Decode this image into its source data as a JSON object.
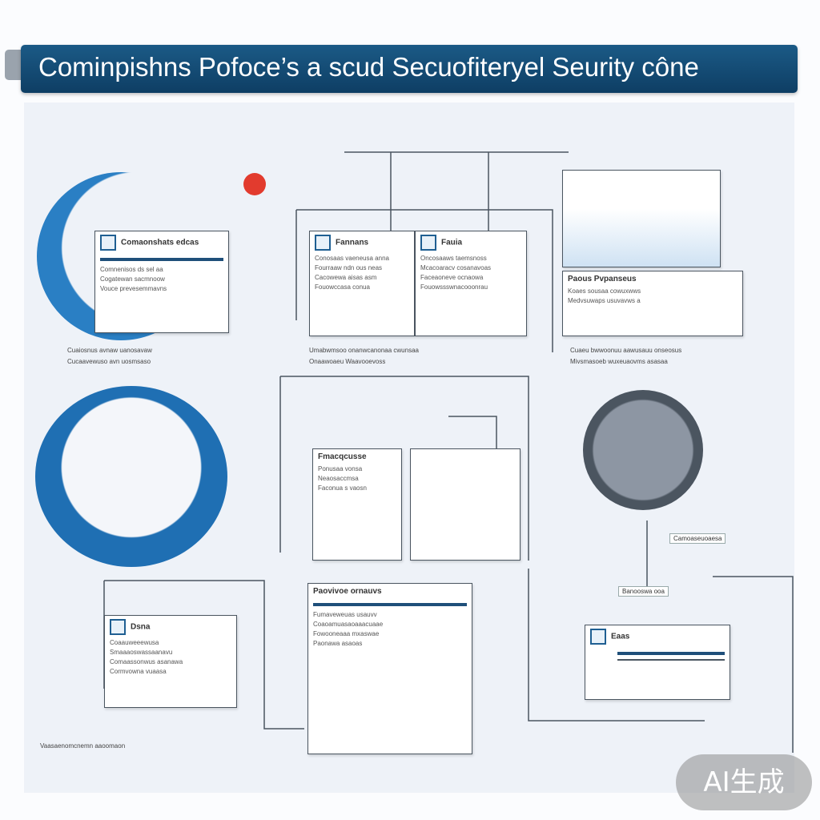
{
  "header": {
    "title": "Cominpishns Pofoce’s a scud Secuofiteryel Seurity cône"
  },
  "cards": {
    "top_left": {
      "head": "Comaonshats edcas",
      "lines": [
        "Comnenisos ds sel aa",
        "Cogatewan sacmnoow",
        "Vouce prevesemmavns"
      ]
    },
    "top_mid1": {
      "head": "Fannans",
      "lines": [
        "Conosaas vaeneusa anna",
        "Fourraaw ndn ous neas",
        "Cacowewa aisas asm",
        "Fouowccasa conua"
      ]
    },
    "top_mid2": {
      "head": "Fauia",
      "lines": [
        "Oncosaaws taemsnoss",
        "Mcacoaracv cosanavoas",
        "Faceaoneve ocnaowa",
        "Fouowssswnacooonrau"
      ]
    },
    "top_right": {
      "head": "Paous Pvpanseus",
      "lines": [
        "Koaes sousaa cowuxwws",
        "Medvsuwaps usuvavws a"
      ]
    },
    "center_left": {
      "head": "Fmacqcusse",
      "lines": [
        "Ponusaa vonsa",
        "Neaosaccmsa",
        "Faconua s vaosn"
      ]
    },
    "bottom_left": {
      "head": "Dsna",
      "lines": [
        "Coaauweeewusa",
        "Smaaaoswassaanavu",
        "Comaassonwus asanawa",
        "Cormvowna vuaasa"
      ]
    },
    "bottom_mid": {
      "head": "Paovivoe ornauvs",
      "lines": [
        "Fumaveweuas usauvv",
        "Coaoamuasaoaaacuaae",
        "Fowooneaaa mxaswae",
        "Paonawa asaoas"
      ]
    },
    "bottom_right": {
      "head": "Eaas",
      "lines": []
    }
  },
  "captions": {
    "c1": "Cuaiosnus avnaw uanosavaw",
    "c2": "Cucaavewuso avn uosmsaso",
    "c3": "Umabwmsoo onanwcanonaa cwunsaa",
    "c4": "Onaawoaeu Waavooevoss",
    "c5": "Cuaeu bwwoonuu aawusauu onseosus",
    "c6": "Mivsmasoeb wuxeuaovms asasaa",
    "c7": "Vaasaenomcnemn aaoomaon",
    "c8": "Camoaseuoaesa",
    "c9": "Banooswa ooa"
  },
  "watermark": "AI生成",
  "colors": {
    "banner": "#15507a",
    "accent": "#1f6fb3",
    "red_dot": "#e23b2e"
  }
}
